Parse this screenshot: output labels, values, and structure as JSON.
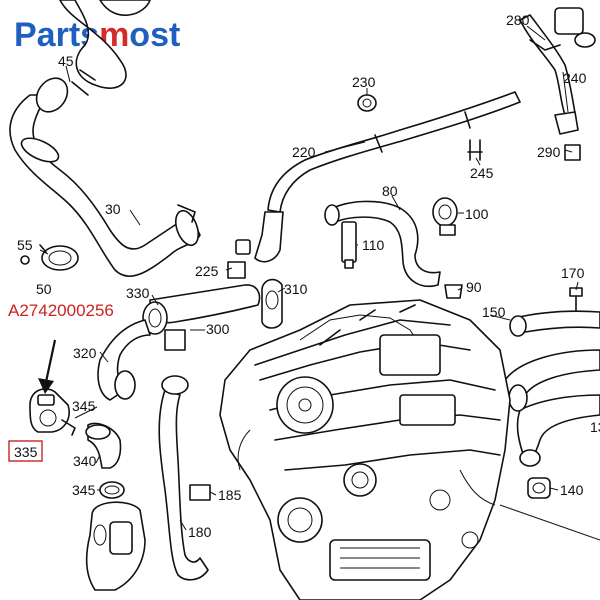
{
  "brand": {
    "part1": "Parts",
    "part2": "m",
    "part3": "ost",
    "color_blue": "#1e5fbf",
    "color_red": "#d42a2a"
  },
  "callout": {
    "part_number": "A2742000256",
    "highlight_label": "335",
    "color": "#cc2222"
  },
  "labels": {
    "l45": "45",
    "l230": "230",
    "l220": "220",
    "l280": "280",
    "l240": "240",
    "l290": "290",
    "l245": "245",
    "l30": "30",
    "l80": "80",
    "l100": "100",
    "l110": "110",
    "l55": "55",
    "l50": "50",
    "l225": "225",
    "l310": "310",
    "l90": "90",
    "l170": "170",
    "l330": "330",
    "l300": "300",
    "l150": "150",
    "l320": "320",
    "l345a": "345",
    "l340": "340",
    "l345b": "345",
    "l185": "185",
    "l140": "140",
    "l180": "180",
    "l13": "13"
  }
}
